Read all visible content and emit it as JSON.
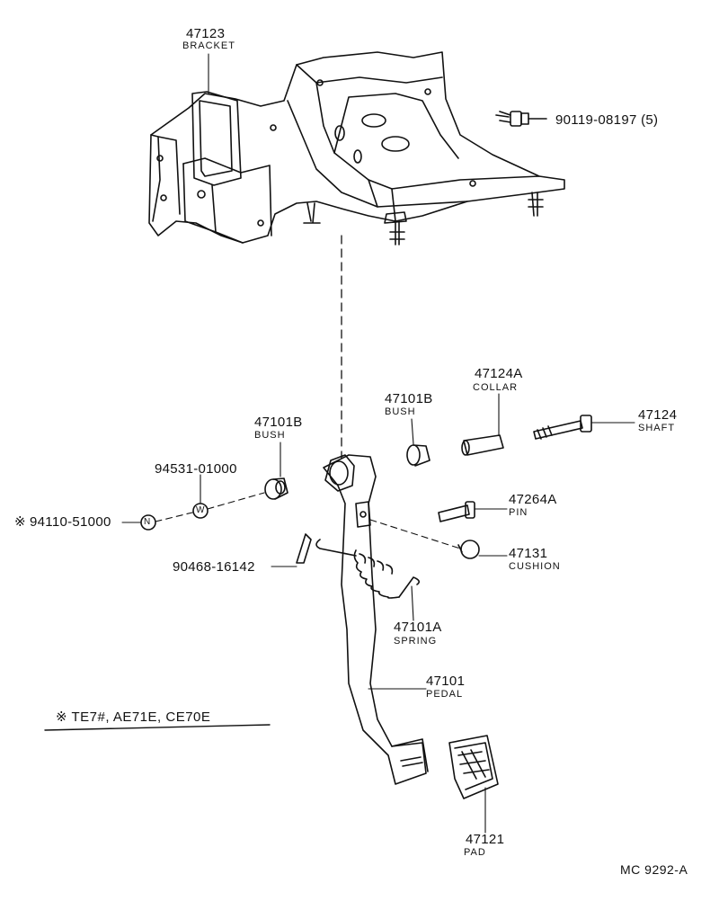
{
  "diagram": {
    "parts": {
      "bracket": {
        "number": "47123",
        "name": "BRACKET"
      },
      "bolt": {
        "number": "90119-08197 (5)"
      },
      "collar": {
        "number": "47124A",
        "name": "COLLAR"
      },
      "bush_right": {
        "number": "47101B",
        "name": "BUSH"
      },
      "shaft": {
        "number": "47124",
        "name": "SHAFT"
      },
      "bush_left": {
        "number": "47101B",
        "name": "BUSH"
      },
      "washer": {
        "number": "94531-01000",
        "symbol": "W"
      },
      "nut": {
        "number": "94110-51000",
        "prefix": "※",
        "symbol": "N"
      },
      "pin": {
        "number": "47264A",
        "name": "PIN"
      },
      "clip": {
        "number": "90468-16142"
      },
      "cushion": {
        "number": "47131",
        "name": "CUSHION"
      },
      "spring": {
        "number": "47101A",
        "name": "SPRING"
      },
      "pedal": {
        "number": "47101",
        "name": "PEDAL"
      },
      "pad": {
        "number": "47121",
        "name": "PAD"
      }
    },
    "note": "※ TE7#, AE71E, CE70E",
    "figure_code": "MC 9292-A"
  }
}
